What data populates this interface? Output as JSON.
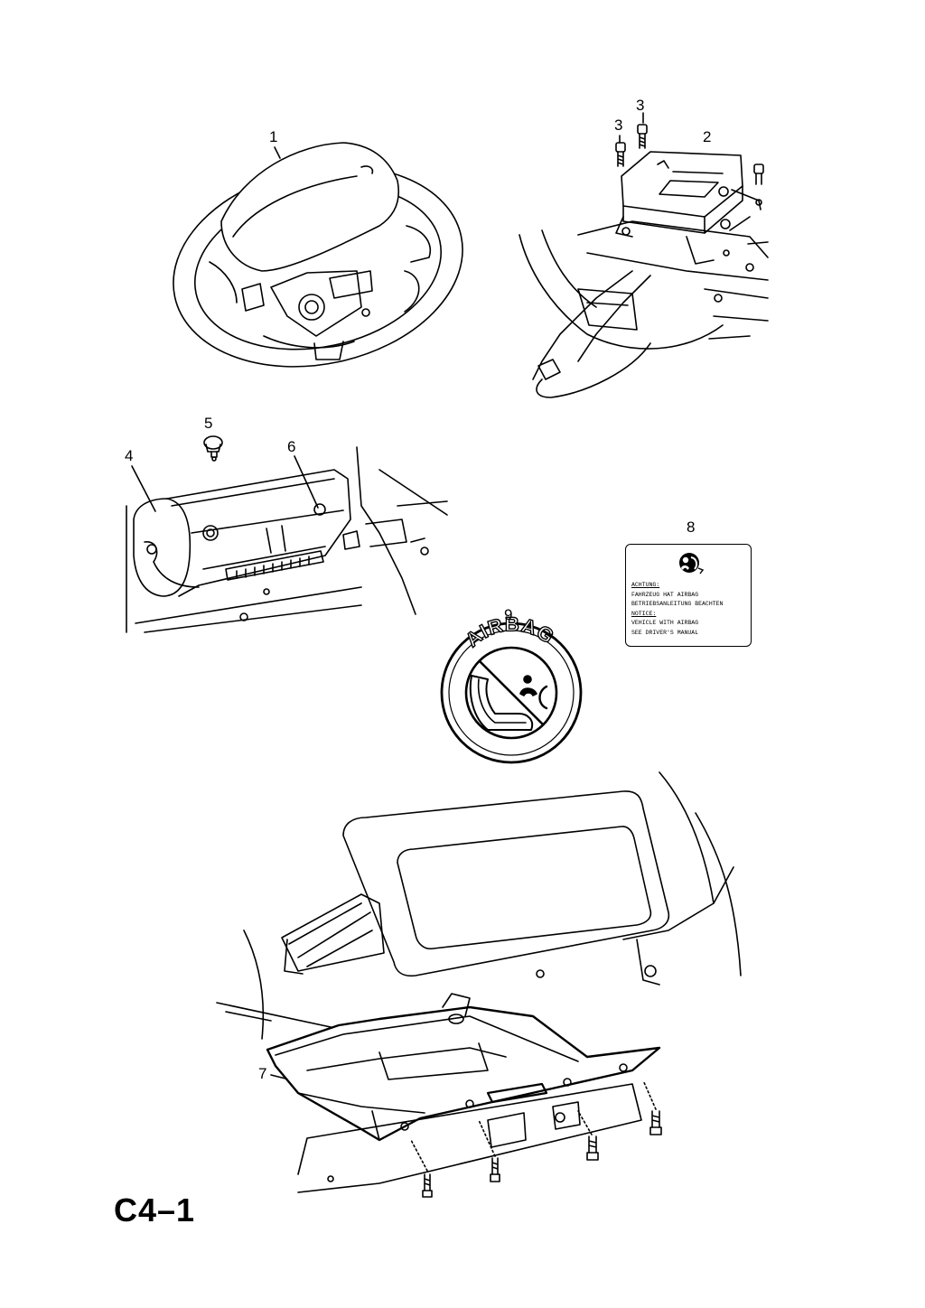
{
  "page": {
    "code": "C4–1"
  },
  "callouts": {
    "c1": "1",
    "c2": "2",
    "c3a": "3",
    "c3b": "3",
    "c4": "4",
    "c5": "5",
    "c6": "6",
    "c7": "7",
    "c8": "8",
    "c9": "9"
  },
  "warning_label": {
    "line1": "ACHTUNG:",
    "line2": "FAHRZEUG HAT AIRBAG",
    "line3": "BETRIEBSANLEITUNG BEACHTEN",
    "line4": "NOTICE:",
    "line5": "VEHICLE WITH AIRBAG",
    "line6": "SEE DRIVER'S MANUAL"
  },
  "airbag_sticker": {
    "text": "AIRBAG"
  },
  "icons": {
    "airbag_person": "airbag-person-icon",
    "no_child_seat": "no-rear-facing-child-seat-icon"
  }
}
